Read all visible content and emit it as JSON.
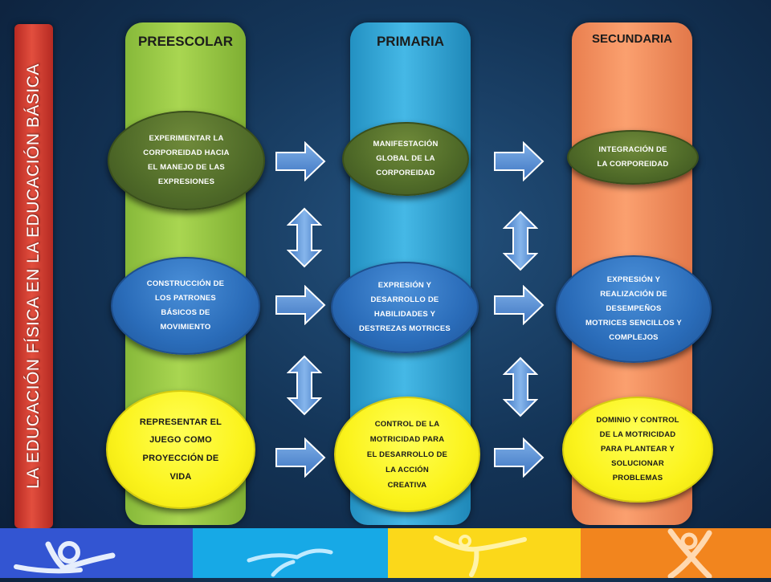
{
  "sidebar": {
    "title": "LA EDUCACIÓN FÍSICA EN LA EDUCACIÓN BÁSICA"
  },
  "columns": [
    {
      "title": "PREESCOLAR",
      "color": "#a9d651"
    },
    {
      "title": "PRIMARIA",
      "color": "#45b8e6"
    },
    {
      "title": "SECUNDARIA",
      "color": "#fba06f"
    }
  ],
  "rows": [
    {
      "color": "#4f6a28",
      "nodes": [
        [
          "EXPERIMENTAR LA",
          "CORPOREIDAD HACIA",
          "EL MANEJO DE LAS",
          "EXPRESIONES"
        ],
        [
          "MANIFESTACIÓN",
          "GLOBAL DE LA",
          "CORPOREIDAD"
        ],
        [
          "INTEGRACIÓN DE",
          "LA CORPOREIDAD"
        ]
      ]
    },
    {
      "color": "#2a6cb9",
      "nodes": [
        [
          "CONSTRUCCIÓN DE",
          "LOS PATRONES",
          "BÁSICOS DE",
          "MOVIMIENTO"
        ],
        [
          "EXPRESIÓN Y",
          "DESARROLLO DE",
          "HABILIDADES Y",
          "DESTREZAS MOTRICES"
        ],
        [
          "EXPRESIÓN Y",
          "REALIZACIÓN DE",
          "DESEMPEÑOS",
          "MOTRICES SENCILLOS Y",
          "COMPLEJOS"
        ]
      ]
    },
    {
      "color": "#fbf31c",
      "nodes": [
        [
          "REPRESENTAR EL",
          "JUEGO COMO",
          "PROYECCIÓN DE",
          "VIDA"
        ],
        [
          "CONTROL DE LA",
          "MOTRICIDAD PARA",
          "EL DESARROLLO DE",
          "LA ACCIÓN",
          "CREATIVA"
        ],
        [
          "DOMINIO Y CONTROL",
          "DE LA MOTRICIDAD",
          "PARA PLANTEAR Y",
          "SOLUCIONAR",
          "PROBLEMAS"
        ]
      ]
    }
  ],
  "bottom_strip": {
    "colors": [
      "#3355d2",
      "#17a9e6",
      "#fbd81a",
      "#f2851e"
    ],
    "icons": [
      "stick-figure-icon",
      "stick-figure-icon",
      "stick-figure-icon",
      "stick-figure-icon"
    ]
  }
}
